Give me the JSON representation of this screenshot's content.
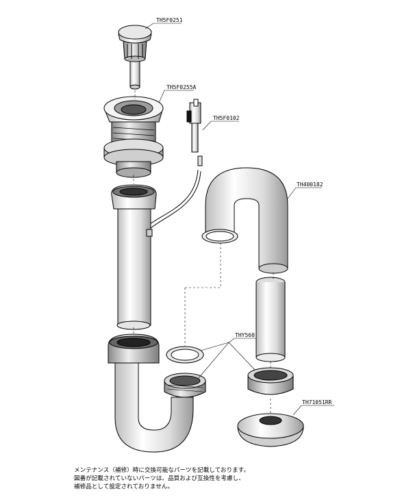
{
  "parts": {
    "pop_up_cap": "TH5F0251",
    "drain_body": "TH5F0255A",
    "lever_rod": "TH5F0102",
    "s_trap_upper": "TH400182",
    "packing_nut_set": "THY560",
    "floor_flange": "TH71051RR"
  },
  "notes": [
    "メンテナンス（補修）時に交換可能なパーツを記載しております。",
    "図番が記載されていないパーツは、品質および互換性を考慮し、",
    "補修品として設定されておりません。"
  ]
}
